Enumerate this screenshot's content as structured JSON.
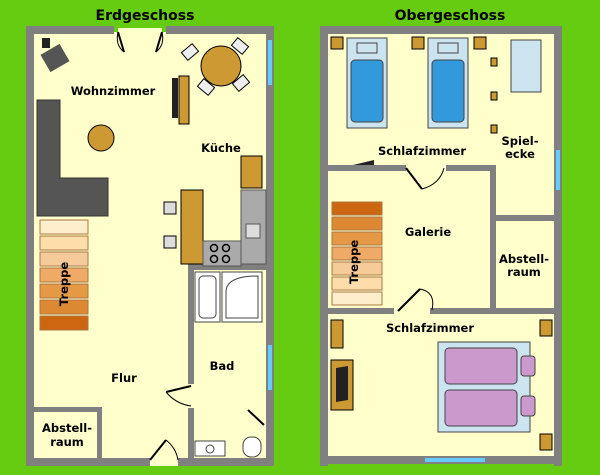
{
  "titles": {
    "ground": "Erdgeschoss",
    "upper": "Obergeschoss"
  },
  "ground_rooms": {
    "wohnzimmer": "Wohnzimmer",
    "kueche": "Küche",
    "treppe": "Treppe",
    "flur": "Flur",
    "bad": "Bad",
    "abstell_1": "Abstell-",
    "abstell_2": "raum"
  },
  "upper_rooms": {
    "schlafzimmer_top": "Schlafzimmer",
    "spiel_1": "Spiel-",
    "spiel_2": "ecke",
    "galerie": "Galerie",
    "treppe": "Treppe",
    "abstell_1": "Abstell-",
    "abstell_2": "raum",
    "schlafzimmer_bottom": "Schlafzimmer"
  },
  "colors": {
    "background": "#66cc11",
    "floor": "#ffffcc",
    "wall": "#808080",
    "window": "#66ccff",
    "furniture_wood": "#cc9933",
    "mattress": "#3399dd",
    "bed_frame": "#cce4f0",
    "pillow_bed": "#cc99cc",
    "sofa": "#555555",
    "stair_dark": "#cc6611",
    "stair_light": "#ffddaa"
  }
}
